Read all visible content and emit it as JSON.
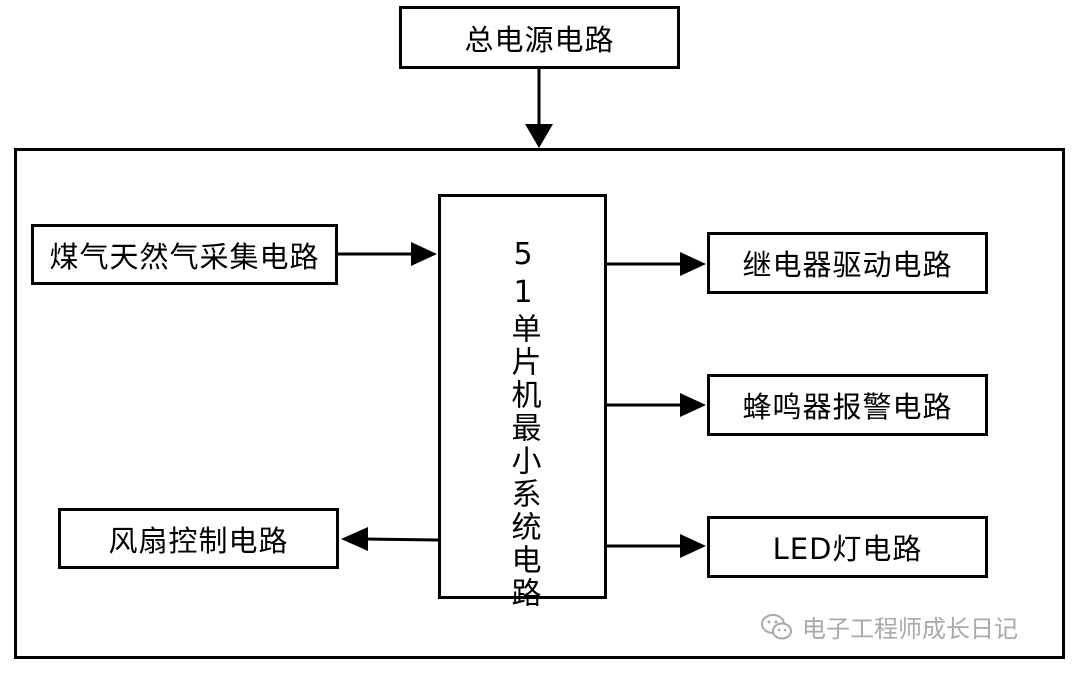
{
  "diagram": {
    "nodes": {
      "power": "总电源电路",
      "mcu": "51单片机最小系统电路",
      "gas_sensor": "煤气天然气采集电路",
      "relay": "继电器驱动电路",
      "buzzer": "蜂鸣器报警电路",
      "led": "LED灯电路",
      "fan": "风扇控制电路"
    },
    "edges": [
      {
        "from": "总电源电路",
        "to": "51单片机最小系统电路"
      },
      {
        "from": "煤气天然气采集电路",
        "to": "51单片机最小系统电路"
      },
      {
        "from": "51单片机最小系统电路",
        "to": "继电器驱动电路"
      },
      {
        "from": "51单片机最小系统电路",
        "to": "蜂鸣器报警电路"
      },
      {
        "from": "51单片机最小系统电路",
        "to": "LED灯电路"
      },
      {
        "from": "51单片机最小系统电路",
        "to": "风扇控制电路"
      }
    ]
  },
  "watermark": {
    "icon": "wechat-icon",
    "text": "电子工程师成长日记"
  },
  "colors": {
    "line": "#000000",
    "watermark": "#a9a9a9",
    "background": "#ffffff"
  }
}
